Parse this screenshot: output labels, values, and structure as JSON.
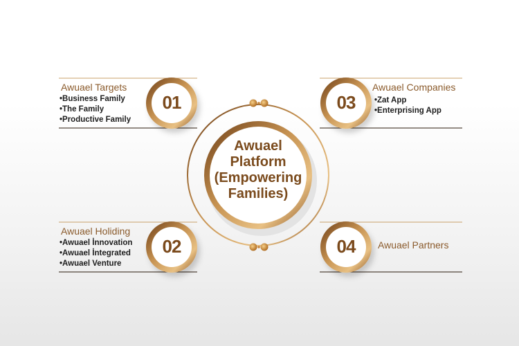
{
  "center": {
    "lines": [
      "Awuael",
      "Platform",
      "(Empowering",
      "Families)"
    ]
  },
  "nodes": [
    {
      "number": "01",
      "title": "Awuael Targets",
      "items": [
        "•Business Family",
        "•The Family",
        "•Productive Family"
      ]
    },
    {
      "number": "02",
      "title": "Awuael Holiding",
      "items": [
        "•Awuael İnnovation",
        "•Awuael İntegrated",
        "•Awuael Venture"
      ]
    },
    {
      "number": "03",
      "title": "Awuael Companies",
      "items": [
        "•Zat App",
        "•Enterprising App"
      ]
    },
    {
      "number": "04",
      "title": "Awuael Partners",
      "items": []
    }
  ],
  "colors": {
    "gold_dark": "#7b4a1c",
    "gold_light": "#e0b070",
    "text_dark": "#1c1c1c"
  }
}
